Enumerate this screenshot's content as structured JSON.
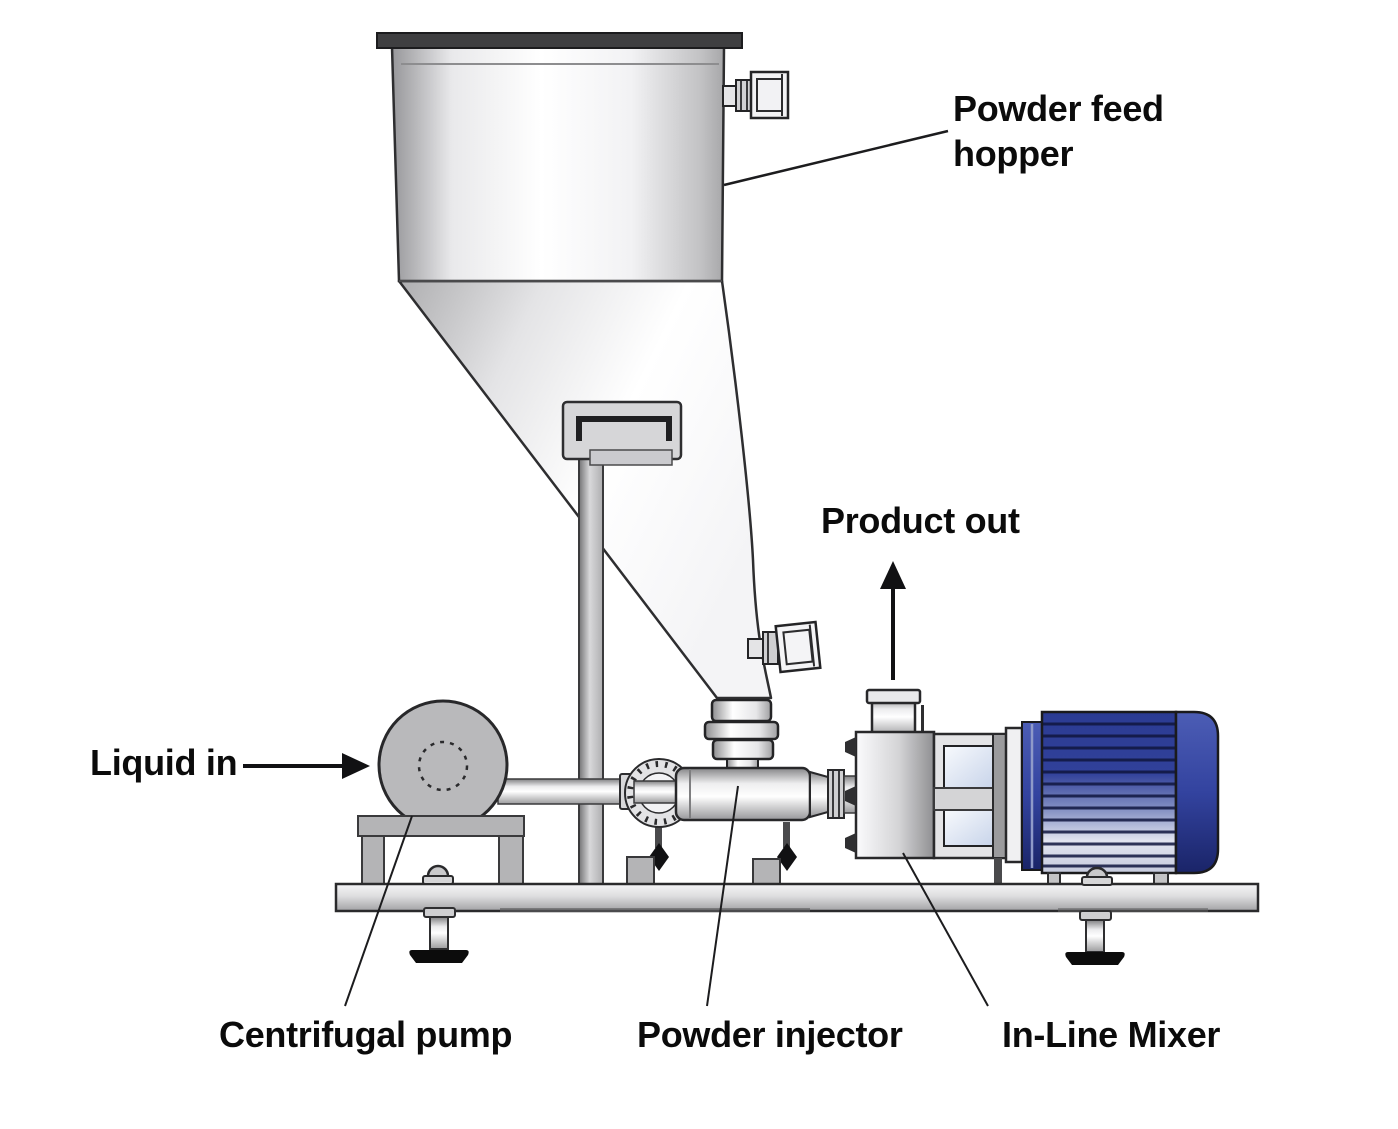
{
  "figure": {
    "type": "technical-diagram",
    "subject": "Powder and liquid in-line mixing skid with powder feed hopper, centrifugal pump, powder injector and in-line mixer"
  },
  "labels": {
    "hopper": {
      "line1": "Powder feed",
      "line2": "hopper"
    },
    "product_out": "Product out",
    "liquid_in": "Liquid in",
    "centrifugal_pump": "Centrifugal pump",
    "powder_injector": "Powder injector",
    "inline_mixer": "In-Line Mixer"
  },
  "components": [
    "powder-feed-hopper",
    "hopper-lid",
    "hopper-cone",
    "hopper-support-post",
    "hopper-support-bracket",
    "hopper-level-sensor-fitting",
    "cone-sight-glass-fitting",
    "outlet-flange-stack",
    "centrifugal-pump",
    "pump-mount-frame",
    "suction-pipe",
    "inlet-valve-flange",
    "powder-injector-body",
    "drain-leg",
    "inline-mixer-head",
    "mixer-outlet-stub",
    "coupling-frame",
    "electric-motor",
    "base-plate",
    "leveling-foot"
  ],
  "colors": {
    "background": "#ffffff",
    "outline": "#2a2a2c",
    "lid_dark": "#3f3f41",
    "metal_light": "#d9d9db",
    "metal_mid": "#b9b9bb",
    "motor_blue": "#2c3c96",
    "motor_fin": "#10163f",
    "foot_pad_black": "#0c0c0c",
    "label_text": "#0b0b0b"
  }
}
